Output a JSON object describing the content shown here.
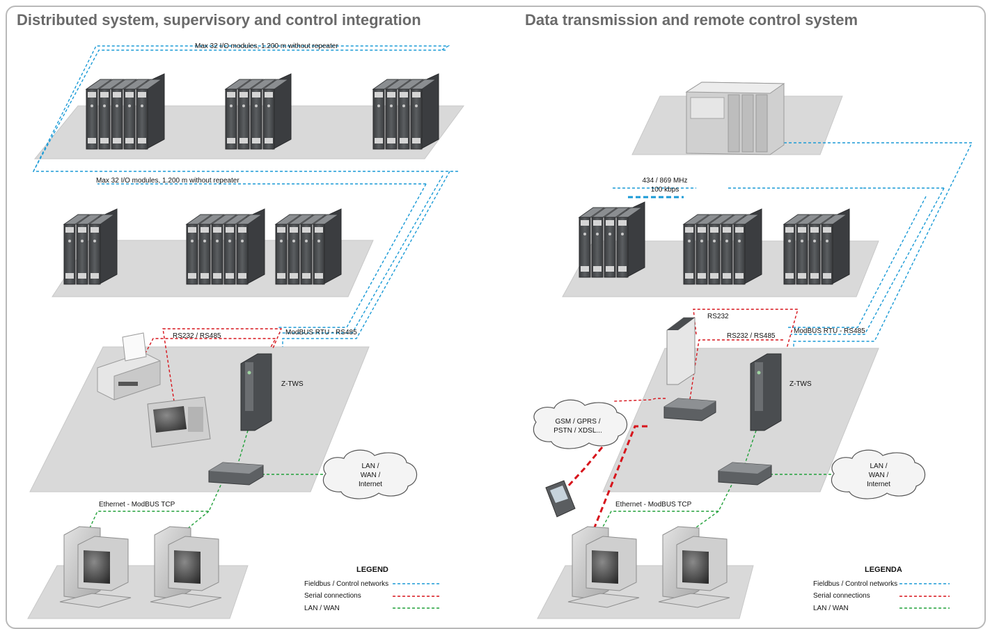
{
  "left": {
    "title": "Distributed system, supervisory and control integration",
    "bus_label_top": "Max 32 I/O modules, 1.200 m without repeater",
    "bus_label_mid": "Max 32 I/O modules, 1.200 m without repeater",
    "serial_label": "RS232 / RS485",
    "modbus_label": "ModBUS RTU - RS485",
    "gateway_label": "Z-TWS",
    "cloud_lines": [
      "LAN /",
      "WAN /",
      "Internet"
    ],
    "ethernet_label": "Ethernet - ModBUS TCP",
    "legend": {
      "heading": "LEGEND",
      "items": [
        "Fieldbus / Control networks",
        "Serial connections",
        "LAN / WAN"
      ]
    }
  },
  "right": {
    "title": "Data transmission and remote control system",
    "radio_label_1": "434 / 869 MHz",
    "radio_label_2": "100 kbps",
    "rs232_label": "RS232",
    "serial_label": "RS232 / RS485",
    "modbus_label": "ModBUS RTU - RS485",
    "gateway_label": "Z-TWS",
    "gsm_lines": [
      "GSM / GPRS /",
      "PSTN / XDSL..."
    ],
    "cloud_lines": [
      "LAN /",
      "WAN /",
      "Internet"
    ],
    "ethernet_label": "Ethernet - ModBUS TCP",
    "legend": {
      "heading": "LEGENDA",
      "items": [
        "Fieldbus / Control networks",
        "Serial connections",
        "LAN / WAN"
      ]
    }
  },
  "colors": {
    "fieldbus": "#1a9ad6",
    "serial": "#d7141c",
    "lan": "#21a03a",
    "platform": "#d9d9d9",
    "module": "#4a4d50",
    "title": "#6a6a6a"
  }
}
